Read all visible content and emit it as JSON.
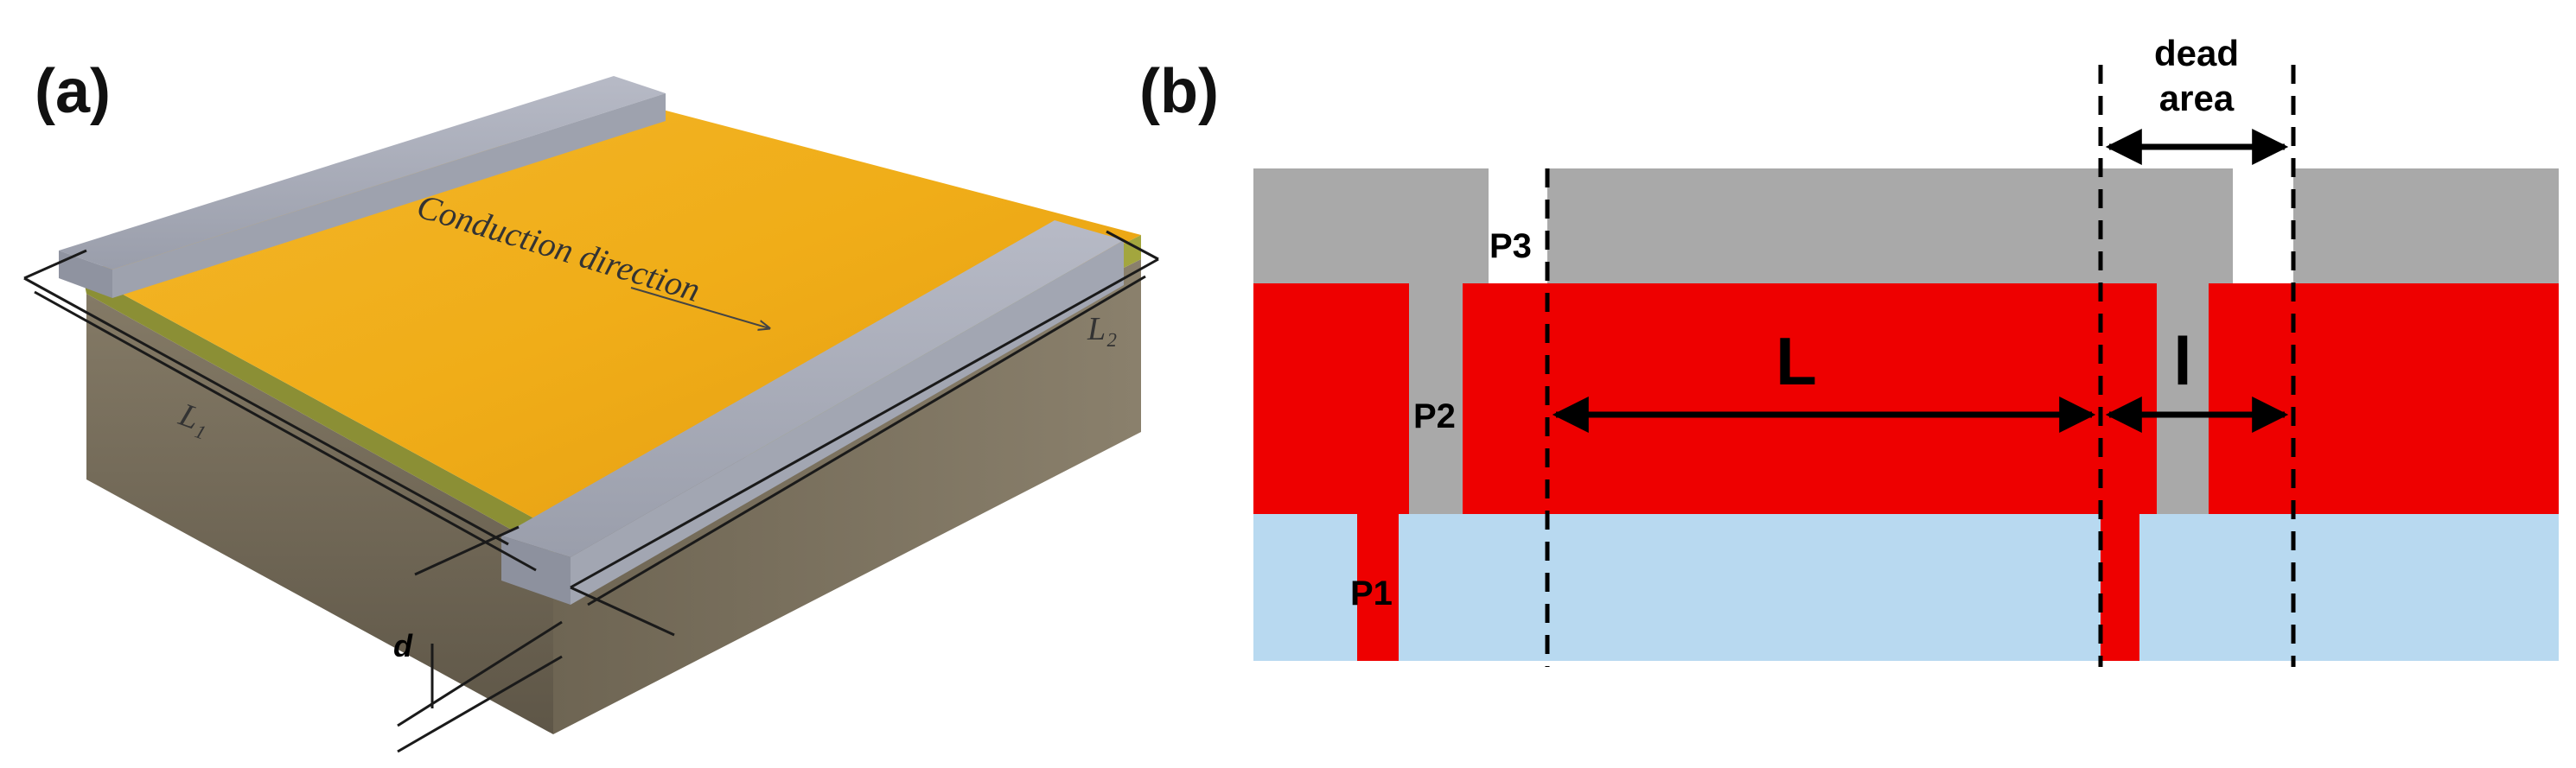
{
  "panel_a": {
    "label": "(a)",
    "conduction_text": "Conduction direction",
    "l1_label": "L₁",
    "l2_label": "L₂",
    "d_label": "d",
    "colors": {
      "top_layer": "#f0b41e",
      "electrode": "#a9adb8",
      "base": "#7b6f5c",
      "mid_layer": "#8a8f3a"
    }
  },
  "panel_b": {
    "label": "(b)",
    "dead_area_line1": "dead",
    "dead_area_line2": "area",
    "p1": "P1",
    "p2": "P2",
    "p3": "P3",
    "L": "L",
    "l": "l",
    "colors": {
      "top_layer": "#a9a9a9",
      "middle_layer": "#ee0000",
      "bottom_layer": "#b8d9f0"
    }
  }
}
